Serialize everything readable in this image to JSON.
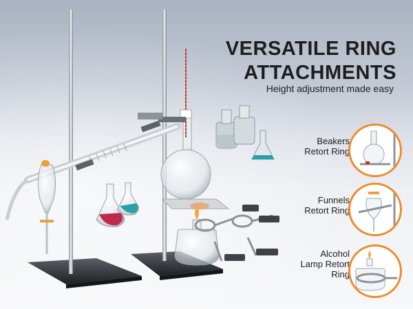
{
  "headline": {
    "line1": "VERSATILE RING",
    "line2": "ATTACHMENTS"
  },
  "subtitle": "Height adjustment made easy",
  "features": [
    {
      "line1": "Beakers",
      "line2": "Retort Ring",
      "icon": "round-bottom-flask-icon"
    },
    {
      "line1": "Funnels",
      "line2": "Retort Ring",
      "icon": "separatory-funnel-icon"
    },
    {
      "line1": "Alcohol",
      "line2": "Lamp Retort",
      "line3": "Ring",
      "icon": "alcohol-lamp-icon"
    }
  ],
  "colors": {
    "accent": "#f08a2c",
    "text": "#1d1d1d",
    "red_liquid": "#c02a4a",
    "teal_liquid": "#2aa0a8"
  }
}
